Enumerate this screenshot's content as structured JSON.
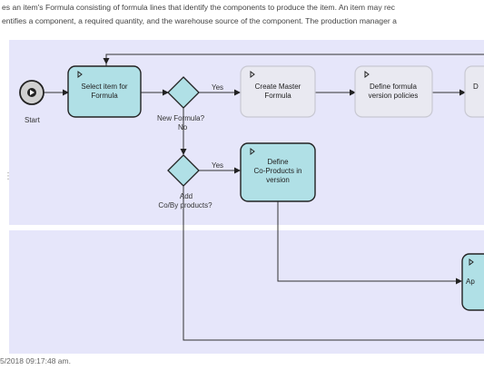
{
  "intro": {
    "line1": "es an item's Formula consisting of formula lines that identify the components to produce the item. An item may rec",
    "line2": "entifies a component, a required quantity, and the warehouse source of the component. The production manager a"
  },
  "handle_glyph": "⋮",
  "footer": {
    "timestamp": "5/2018 09:17:48 am."
  },
  "diagram": {
    "start_label": "Start",
    "tasks": {
      "select_item": {
        "line1": "Select item for",
        "line2": "Formula"
      },
      "create_master": {
        "line1": "Create Master",
        "line2": "Formula"
      },
      "define_policies": {
        "line1": "Define formula",
        "line2": "version policies"
      },
      "partial_right": {
        "line1": "D",
        "line2": ""
      },
      "define_coproducts": {
        "line1": "Define",
        "line2": "Co-Products in",
        "line3": "version"
      },
      "approve": {
        "line1": "Ap"
      }
    },
    "gateways": {
      "new_formula": {
        "line1": "New Formula?",
        "no": "No",
        "yes": "Yes"
      },
      "add_coby": {
        "line1": "Add",
        "line2": "Co/By products?",
        "yes": "Yes"
      }
    }
  }
}
